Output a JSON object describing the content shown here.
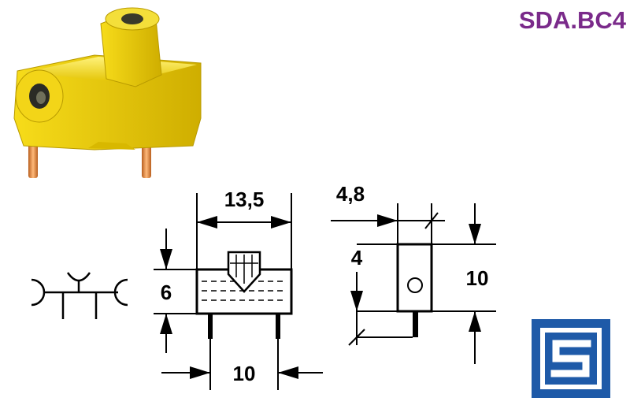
{
  "title": {
    "part_code": "SDA.BC4"
  },
  "colors": {
    "part_code": "#7a2a8a",
    "brand_blue": "#1e5aa8",
    "brass": "#e8c800",
    "pin": "#d9823a"
  },
  "drawing": {
    "front_view": {
      "width_label": "13,5",
      "height_label": "6",
      "pitch_label": "10"
    },
    "side_view": {
      "width_label": "4,8",
      "offset_label": "4",
      "height_label": "10"
    }
  },
  "icons": {
    "logo": "brand-s-logo-icon",
    "symbol": "socket-schematic-symbol-icon",
    "photo": "brass-socket-photo"
  }
}
